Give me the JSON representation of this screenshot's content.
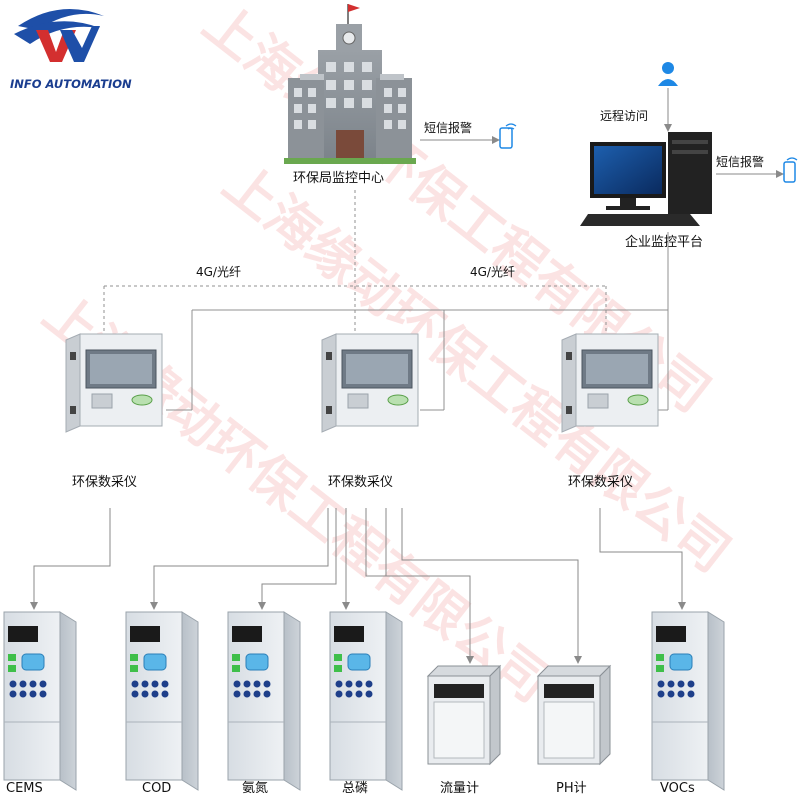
{
  "logo": {
    "text": "INFO AUTOMATION"
  },
  "watermark": {
    "text": "上海缘动环保工程有限公司"
  },
  "bureau": {
    "label": "环保局监控中心",
    "sms_label": "短信报警"
  },
  "enterprise": {
    "label": "企业监控平台",
    "remote_label": "远程访问",
    "sms_label": "短信报警"
  },
  "links": {
    "left": "4G/光纤",
    "right": "4G/光纤"
  },
  "collectors": [
    {
      "label": "环保数采仪"
    },
    {
      "label": "环保数采仪"
    },
    {
      "label": "环保数采仪"
    }
  ],
  "instruments": [
    {
      "label": "CEMS"
    },
    {
      "label": "COD"
    },
    {
      "label": "氨氮"
    },
    {
      "label": "总磷"
    },
    {
      "label": "流量计"
    },
    {
      "label": "PH计"
    },
    {
      "label": "VOCs"
    }
  ],
  "colors": {
    "line": "#8a8a8a",
    "dotted": "#909090",
    "accent": "#1e88e5"
  }
}
